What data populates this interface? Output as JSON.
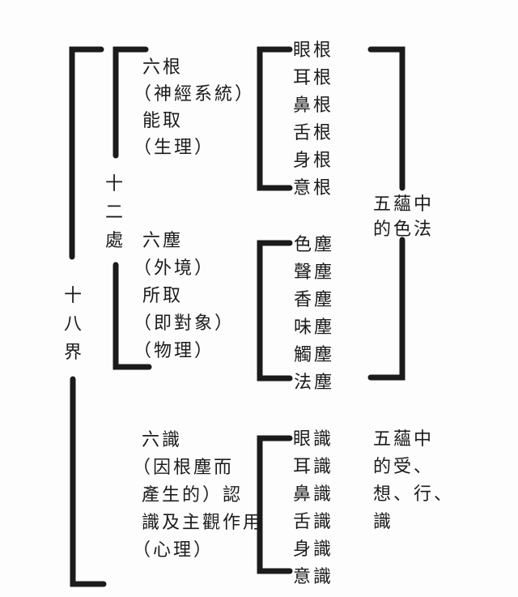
{
  "colors": {
    "background": "#fdfdfd",
    "ink": "#1b1b1b"
  },
  "realms": {
    "text": "十八界",
    "chars": [
      "十",
      "八",
      "界"
    ]
  },
  "bases": {
    "text": "十二處",
    "chars": [
      "十",
      "二",
      "處"
    ]
  },
  "roots": {
    "description_lines": [
      "六根",
      "（神經系統）",
      "能取",
      "（生理）"
    ],
    "items": [
      "眼根",
      "耳根",
      "鼻根",
      "舌根",
      "身根",
      "意根"
    ]
  },
  "dusts": {
    "description_lines": [
      "六塵",
      "（外境）",
      "所取",
      "（即對象）",
      "（物理）"
    ],
    "items": [
      "色塵",
      "聲塵",
      "香塵",
      "味塵",
      "觸塵",
      "法塵"
    ]
  },
  "consciousnesses": {
    "description_lines": [
      "六識",
      "（因根塵而",
      "產生的）認",
      "識及主觀作用",
      "（心理）"
    ],
    "items": [
      "眼識",
      "耳識",
      "鼻識",
      "舌識",
      "身識",
      "意識"
    ]
  },
  "aggregates": {
    "form_note_lines": [
      "五蘊中",
      "的色法"
    ],
    "mental_note_lines": [
      "五蘊中",
      "的受、",
      "想、行、",
      "識"
    ]
  }
}
